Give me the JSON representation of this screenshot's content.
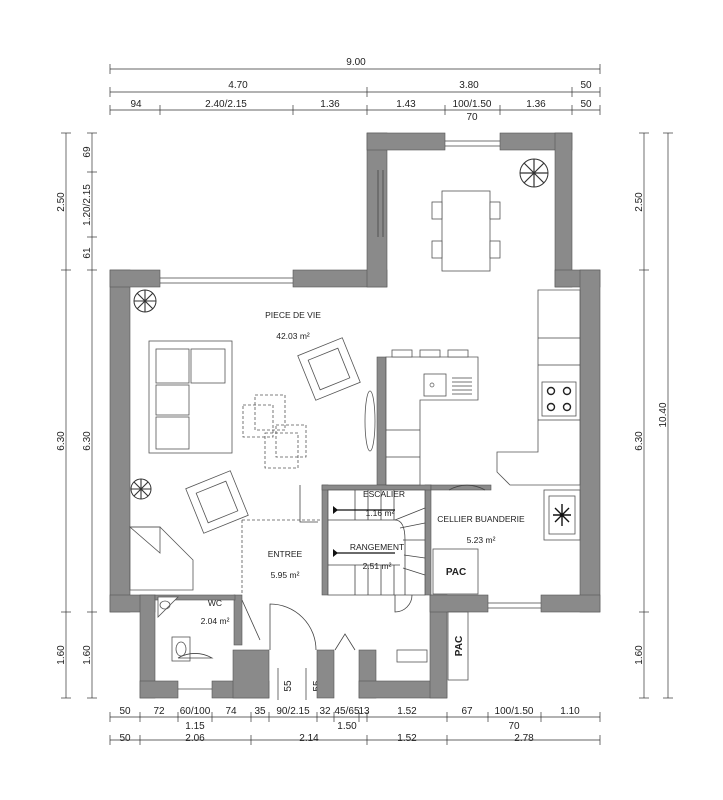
{
  "dimensions": {
    "top_total": "9.00",
    "top_row2": [
      "4.70",
      "3.80",
      "50"
    ],
    "top_row3": [
      "94",
      "2.40/2.15",
      "1.36",
      "1.43",
      "100/1.50",
      "1.36",
      "50"
    ],
    "top_sub": "70",
    "bottom_row1": [
      "50",
      "72",
      "60/100",
      "74",
      "35",
      "90/2.15",
      "32",
      "45/65",
      "13",
      "1.52",
      "67",
      "100/1.50",
      "1.10"
    ],
    "bottom_sub": [
      "1.15",
      "1.50",
      "70"
    ],
    "bottom_row2": [
      "50",
      "2.06",
      "2.14",
      "1.52",
      "2.78"
    ],
    "left_outer": [
      "2.50",
      "6.30",
      "1.60"
    ],
    "left_inner": [
      "69",
      "1.20/2.15",
      "61",
      "6.30",
      "1.60"
    ],
    "right_inner": [
      "2.50",
      "6.30",
      "1.60"
    ],
    "right_total": "10.40",
    "small_55": [
      "55",
      "55"
    ]
  },
  "rooms": {
    "piece_de_vie": {
      "name": "PIECE DE VIE",
      "area": "42.03 m²"
    },
    "escalier": {
      "name": "ESCALIER",
      "area": "1.16 m²"
    },
    "rangement": {
      "name": "RANGEMENT",
      "area": "2.51 m²"
    },
    "cellier": {
      "name": "CELLIER BUANDERIE",
      "area": "5.23 m²"
    },
    "entree": {
      "name": "ENTREE",
      "area": "5.95 m²"
    },
    "wc": {
      "name": "WC",
      "area": "2.04 m²"
    }
  },
  "equipment": {
    "pac_1": "PAC",
    "pac_2": "PAC"
  }
}
